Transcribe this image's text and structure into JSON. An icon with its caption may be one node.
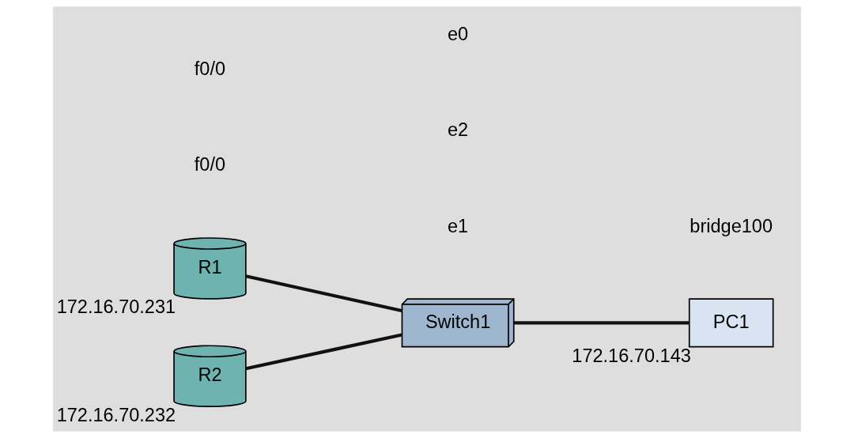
{
  "diagram": {
    "nodes": [
      {
        "text": [
          "R1"
        ],
        "beside": [
          "172.16.70.231"
        ]
      },
      {
        "text": [
          "Switch1"
        ]
      },
      {
        "text": [
          "PC1"
        ],
        "beside": [
          "172.16.70.143"
        ]
      },
      {
        "text": [
          "R2"
        ],
        "beside": [
          "172.16.70.232"
        ]
      }
    ],
    "edges": [
      {
        "from": 0,
        "to": 1,
        "arrow": "none"
      },
      {
        "from": 3,
        "to": 1,
        "arrow": "none"
      },
      {
        "from": 1,
        "to": 2,
        "arrow": "none"
      }
    ],
    "labels": [
      "f0/0",
      "e1",
      "e2",
      "e0",
      "bridge100",
      "f0/0"
    ]
  }
}
